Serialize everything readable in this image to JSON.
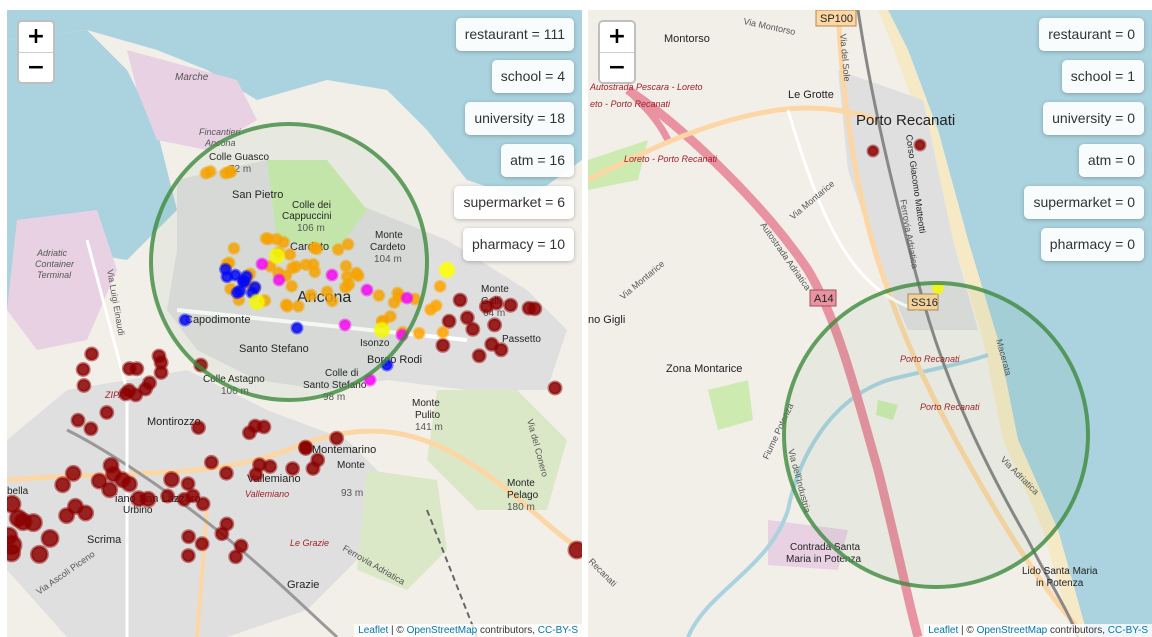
{
  "maps": [
    {
      "controls": {
        "zoom_in": "+",
        "zoom_out": "−"
      },
      "legend": [
        {
          "label": "restaurant = 111"
        },
        {
          "label": "school = 4"
        },
        {
          "label": "university = 18"
        },
        {
          "label": "atm = 16"
        },
        {
          "label": "supermarket = 6"
        },
        {
          "label": "pharmacy = 10"
        }
      ],
      "labels": {
        "marche": "Marche",
        "fincantieri": "Fincantieri",
        "fincantieri2": "Ancona",
        "colle_guasco": "Colle Guasco",
        "colle_guasco_h": "72 m",
        "san_pietro": "San Pietro",
        "colle_cappuccini": "Colle dei",
        "colle_cappuccini2": "Cappuccini",
        "colle_cappuccini_h": "106 m",
        "cardeto": "Cardeto",
        "monte_cardeto": "Monte",
        "monte_cardeto2": "Cardeto",
        "monte_cardeto_h": "104 m",
        "ancona": "Ancona",
        "capodimonte": "Capodimonte",
        "santo_stefano": "Santo Stefano",
        "adriatic": "Adriatic",
        "container": "Container",
        "terminal": "Terminal",
        "via_luigi": "Via Luigi Einaudi",
        "zipa": "ZIPA",
        "colle_astagno": "Colle Astagno",
        "colle_astagno_h": "106 m",
        "colle_santo": "Colle di",
        "colle_santo2": "Santo Stefano",
        "colle_santo_h": "98 m",
        "borgo_rodi": "Borgo Rodi",
        "isonzo": "Isonzo",
        "monte_gallina": "Monte",
        "monte_gallina2": "Galli",
        "monte_gallina_h": "64 m",
        "passetto": "Passetto",
        "montirozzo": "Montirozzo",
        "monte_pulito": "Monte",
        "monte_pulito2": "Pulito",
        "monte_pulito_h": "141 m",
        "montemarino": "Montemarino",
        "vallemiano": "Vallemiano",
        "vallemiano_red": "Vallemiano",
        "monte_dago": "Monte",
        "monte_dago_h": "93 m",
        "monte_pelago": "Monte",
        "monte_pelago2": "Pelago",
        "monte_pelago_h": "180 m",
        "via_conero": "Via del Conero",
        "piano": "iano San Lazzaro",
        "urbino": "Urbino",
        "scrima": "Scrima",
        "via_ascoli": "Via Ascoli Piceno",
        "le_grazie": "Le Grazie",
        "ferrovia": "Ferrovia Adriatica",
        "grazie": "Grazie",
        "bella": "bella"
      },
      "attribution": {
        "leaflet": "Leaflet",
        "sep": " | © ",
        "osm": "OpenStreetMap",
        "rest": " contributors, ",
        "cc": "CC-BY-S"
      }
    },
    {
      "controls": {
        "zoom_in": "+",
        "zoom_out": "−"
      },
      "legend": [
        {
          "label": "restaurant = 0"
        },
        {
          "label": "school = 1"
        },
        {
          "label": "university = 0"
        },
        {
          "label": "atm = 0"
        },
        {
          "label": "supermarket = 0"
        },
        {
          "label": "pharmacy = 0"
        }
      ],
      "labels": {
        "sp100": "SP100",
        "montorso": "Montorso",
        "via_montorso": "Via Montorso",
        "via_sole": "Via del Sole",
        "a14_label1": "Autostrada Pescara - Loreto",
        "a14_label2": "eto - Porto Recanati",
        "le_grotte": "Le Grotte",
        "porto_recanati": "Porto Recanati",
        "loreto": "Loreto - Porto Recanati",
        "corso_matteotti": "Corso Giacomo Matteotti",
        "ferrovia": "Ferrovia Adriatica",
        "via_montarice": "Via Montarice",
        "via_montarice2": "Via Montarice",
        "autostrada": "Autostrada Adriatica",
        "a14": "A14",
        "ss16": "SS16",
        "gigli": "no Gigli",
        "zona": "Zona Montarice",
        "porto_rec_red1": "Porto Recanati",
        "porto_rec_red2": "Porto Recanati",
        "fiume": "Fiume Potenza",
        "via_industria": "Via dell'Industria",
        "via_adriatica": "Via Adriatica",
        "macerata": "Macerata",
        "contrada": "Contrada Santa",
        "contrada2": "Maria in Potenza",
        "lido": "Lido Santa Maria",
        "lido2": "in Potenza",
        "recanati": "Recanati"
      },
      "attribution": {
        "leaflet": "Leaflet",
        "sep": " | © ",
        "osm": "OpenStreetMap",
        "rest": " contributors, ",
        "cc": "CC-BY-S"
      }
    }
  ],
  "colors": {
    "sea": "#aad3df",
    "land": "#f2efe9",
    "urban": "#e0dfdf",
    "park": "#cdebb0",
    "harbour": "#e9d1e4",
    "motorway": "#e892a2",
    "primary": "#fcd6a4",
    "circle": "#3d8a3d",
    "restaurant": "#8b0000",
    "university": "#ffa500",
    "school": "#ffff00",
    "atm": "#0000ff",
    "pharmacy": "#ff00ff"
  }
}
